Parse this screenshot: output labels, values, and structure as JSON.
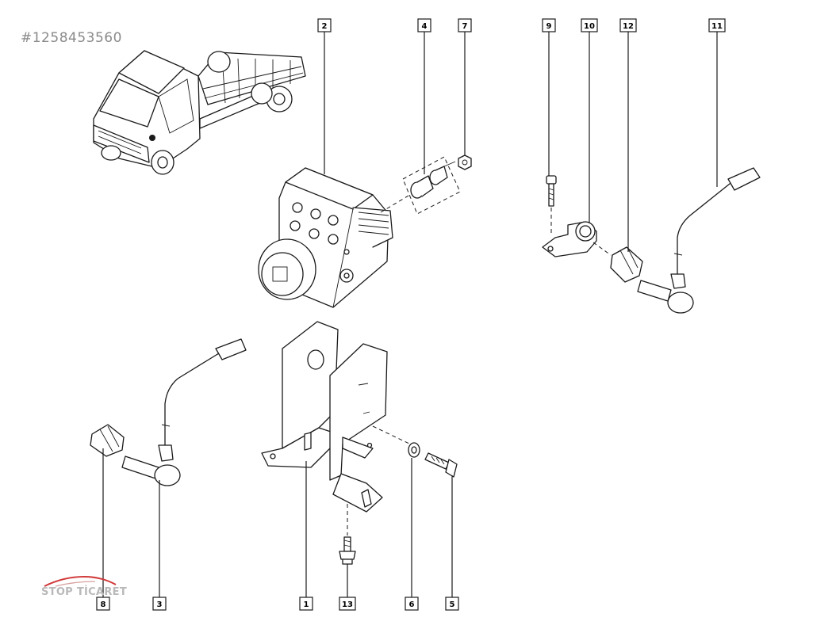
{
  "reference_id": "#1258453560",
  "watermark": {
    "text": "STOP TİCARET",
    "accent_color": "#d23a3a"
  },
  "diagram": {
    "background": "#ffffff",
    "line_color": "#1a1a1a",
    "callouts": [
      {
        "id": "c2",
        "label": "2",
        "points_to": "abs-hydraulic-unit"
      },
      {
        "id": "c4",
        "label": "4",
        "points_to": "silent-block-set"
      },
      {
        "id": "c7",
        "label": "7",
        "points_to": "nut"
      },
      {
        "id": "c9",
        "label": "9",
        "points_to": "screw-small"
      },
      {
        "id": "c10",
        "label": "10",
        "points_to": "sensor-bracket"
      },
      {
        "id": "c12",
        "label": "12",
        "points_to": "sensor-sleeve-right"
      },
      {
        "id": "c11",
        "label": "11",
        "points_to": "wheel-speed-sensor-right"
      },
      {
        "id": "c8",
        "label": "8",
        "points_to": "sensor-sleeve-left"
      },
      {
        "id": "c3",
        "label": "3",
        "points_to": "wheel-speed-sensor-left"
      },
      {
        "id": "c1",
        "label": "1",
        "points_to": "mounting-bracket"
      },
      {
        "id": "c13",
        "label": "13",
        "points_to": "flange-bolt"
      },
      {
        "id": "c6",
        "label": "6",
        "points_to": "washer"
      },
      {
        "id": "c5",
        "label": "5",
        "points_to": "bolt"
      }
    ]
  }
}
